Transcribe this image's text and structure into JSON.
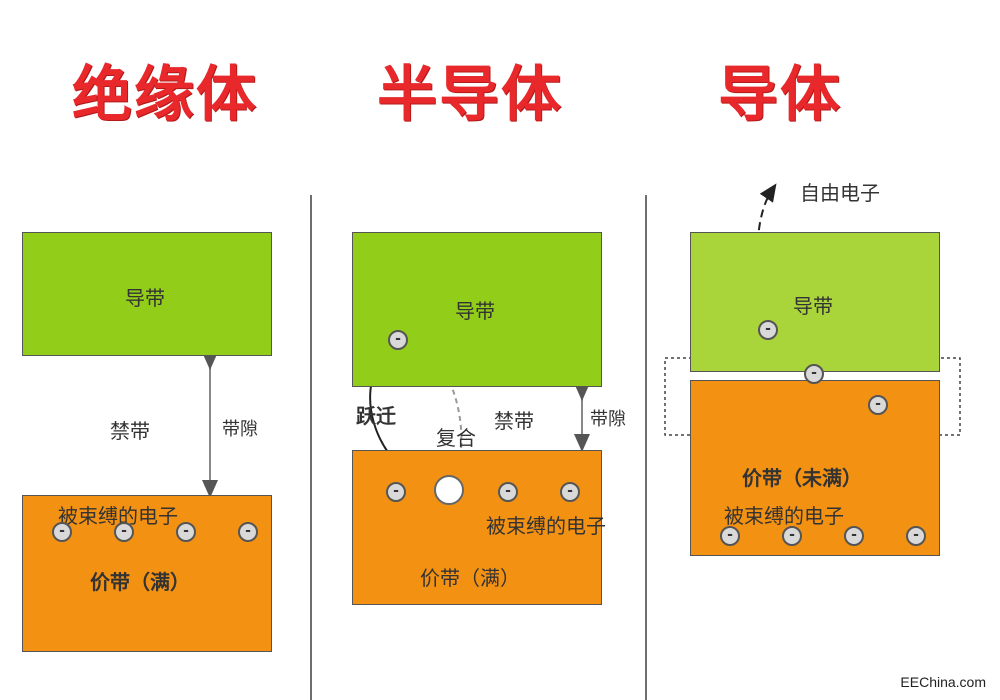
{
  "titles": {
    "insulator": "绝缘体",
    "semiconductor": "半导体",
    "conductor": "导体"
  },
  "insulator": {
    "conduction_band": "导带",
    "forbidden_band": "禁带",
    "band_gap": "带隙",
    "bound_electrons": "被束缚的电子",
    "valence_band": "价带（满）"
  },
  "semiconductor": {
    "conduction_band": "导带",
    "transition": "跃迁",
    "recombination": "复合",
    "forbidden_band": "禁带",
    "band_gap": "带隙",
    "bound_electrons": "被束缚的电子",
    "valence_band": "价带（满）"
  },
  "conductor": {
    "free_electron": "自由电子",
    "conduction_band": "导带",
    "valence_band": "价带（未满）",
    "bound_electrons": "被束缚的电子"
  },
  "electron_symbol": "-",
  "watermark": "EEChina.com",
  "colors": {
    "title_red": "#e8282b",
    "conduction_band": "#92cd1a",
    "valence_band": "#f39112"
  }
}
